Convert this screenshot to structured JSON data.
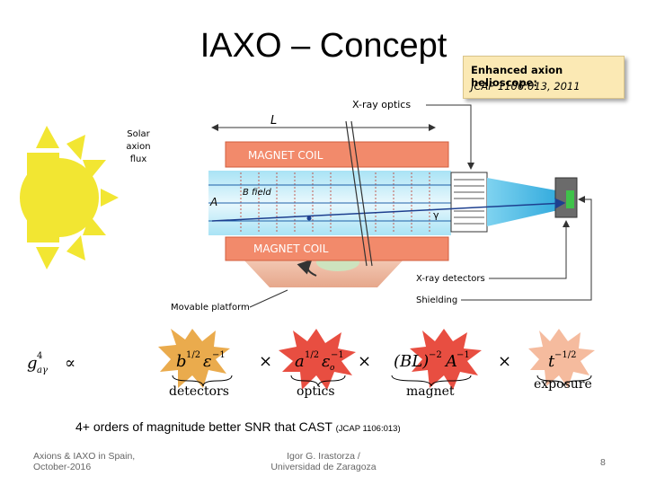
{
  "slide": {
    "title": "IAXO – Concept",
    "callout": {
      "line1": "Enhanced axion helioscope:",
      "line2": "JCAP 1106:013, 2011"
    },
    "diagram_labels": {
      "xray_optics": "X-ray optics",
      "length": "L",
      "solar_flux_1": "Solar",
      "solar_flux_2": "axion",
      "solar_flux_3": "flux",
      "magnet_coil_top": "MAGNET COIL",
      "magnet_coil_bottom": "MAGNET COIL",
      "b_field": "B field",
      "area": "A",
      "gamma": "γ",
      "xray_detectors": "X-ray detectors",
      "shielding": "Shielding",
      "movable_platform": "Movable platform"
    },
    "formula": {
      "lhs": "g",
      "lhs_sup": "4",
      "lhs_sub": "aγ",
      "propto": "∝",
      "t1": "b",
      "t1_exp": "1/2",
      "t1_b": "ε",
      "t1_b_exp": "−1",
      "t1_label": "detectors",
      "times1": "×",
      "t2": "a",
      "t2_exp": "1/2",
      "t2_b": "ε",
      "t2_b_sub": "o",
      "t2_b_exp": "−1",
      "t2_label": "optics",
      "times2": "×",
      "t3": "(BL)",
      "t3_exp": "−2",
      "t3_b": "A",
      "t3_b_exp": "−1",
      "t3_label": "magnet",
      "times3": "×",
      "t4": "t",
      "t4_exp": "−1/2",
      "t4_label": "exposure"
    },
    "snr_text": "4+ orders of magnitude better SNR that CAST",
    "snr_ref": "(JCAP 1106:013)",
    "footer": {
      "left_line1": "Axions & IAXO in Spain,",
      "left_line2": "October-2016",
      "mid_line1": "Igor G. Irastorza /",
      "mid_line2": "Universidad de Zaragoza",
      "page": "8"
    }
  }
}
